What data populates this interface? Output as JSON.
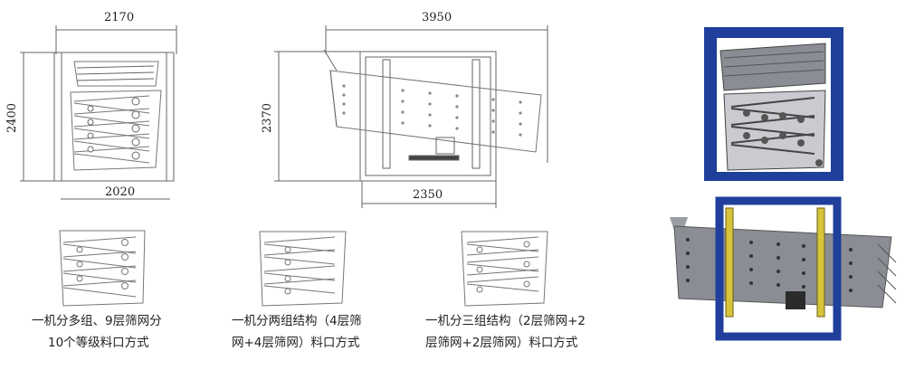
{
  "dimensions": {
    "front_width_top": "2170",
    "front_height": "2400",
    "front_width_bottom": "2020",
    "side_length": "3950",
    "side_height": "2370",
    "side_width_bottom": "2350"
  },
  "captions": [
    {
      "line1": "一机分多组、9层筛网分",
      "line2": "10个等级料口方式"
    },
    {
      "line1": "一机分两组结构（4层筛",
      "line2": "网+4层筛网）料口方式"
    },
    {
      "line1": "一机分三组结构（2层筛网+2",
      "line2": "层筛网+2层筛网）料口方式"
    }
  ],
  "colors": {
    "frame_blue": "#1f3f9a",
    "column_yellow": "#d8c43a",
    "body_gray": "#8a8d93",
    "line": "#555555"
  }
}
